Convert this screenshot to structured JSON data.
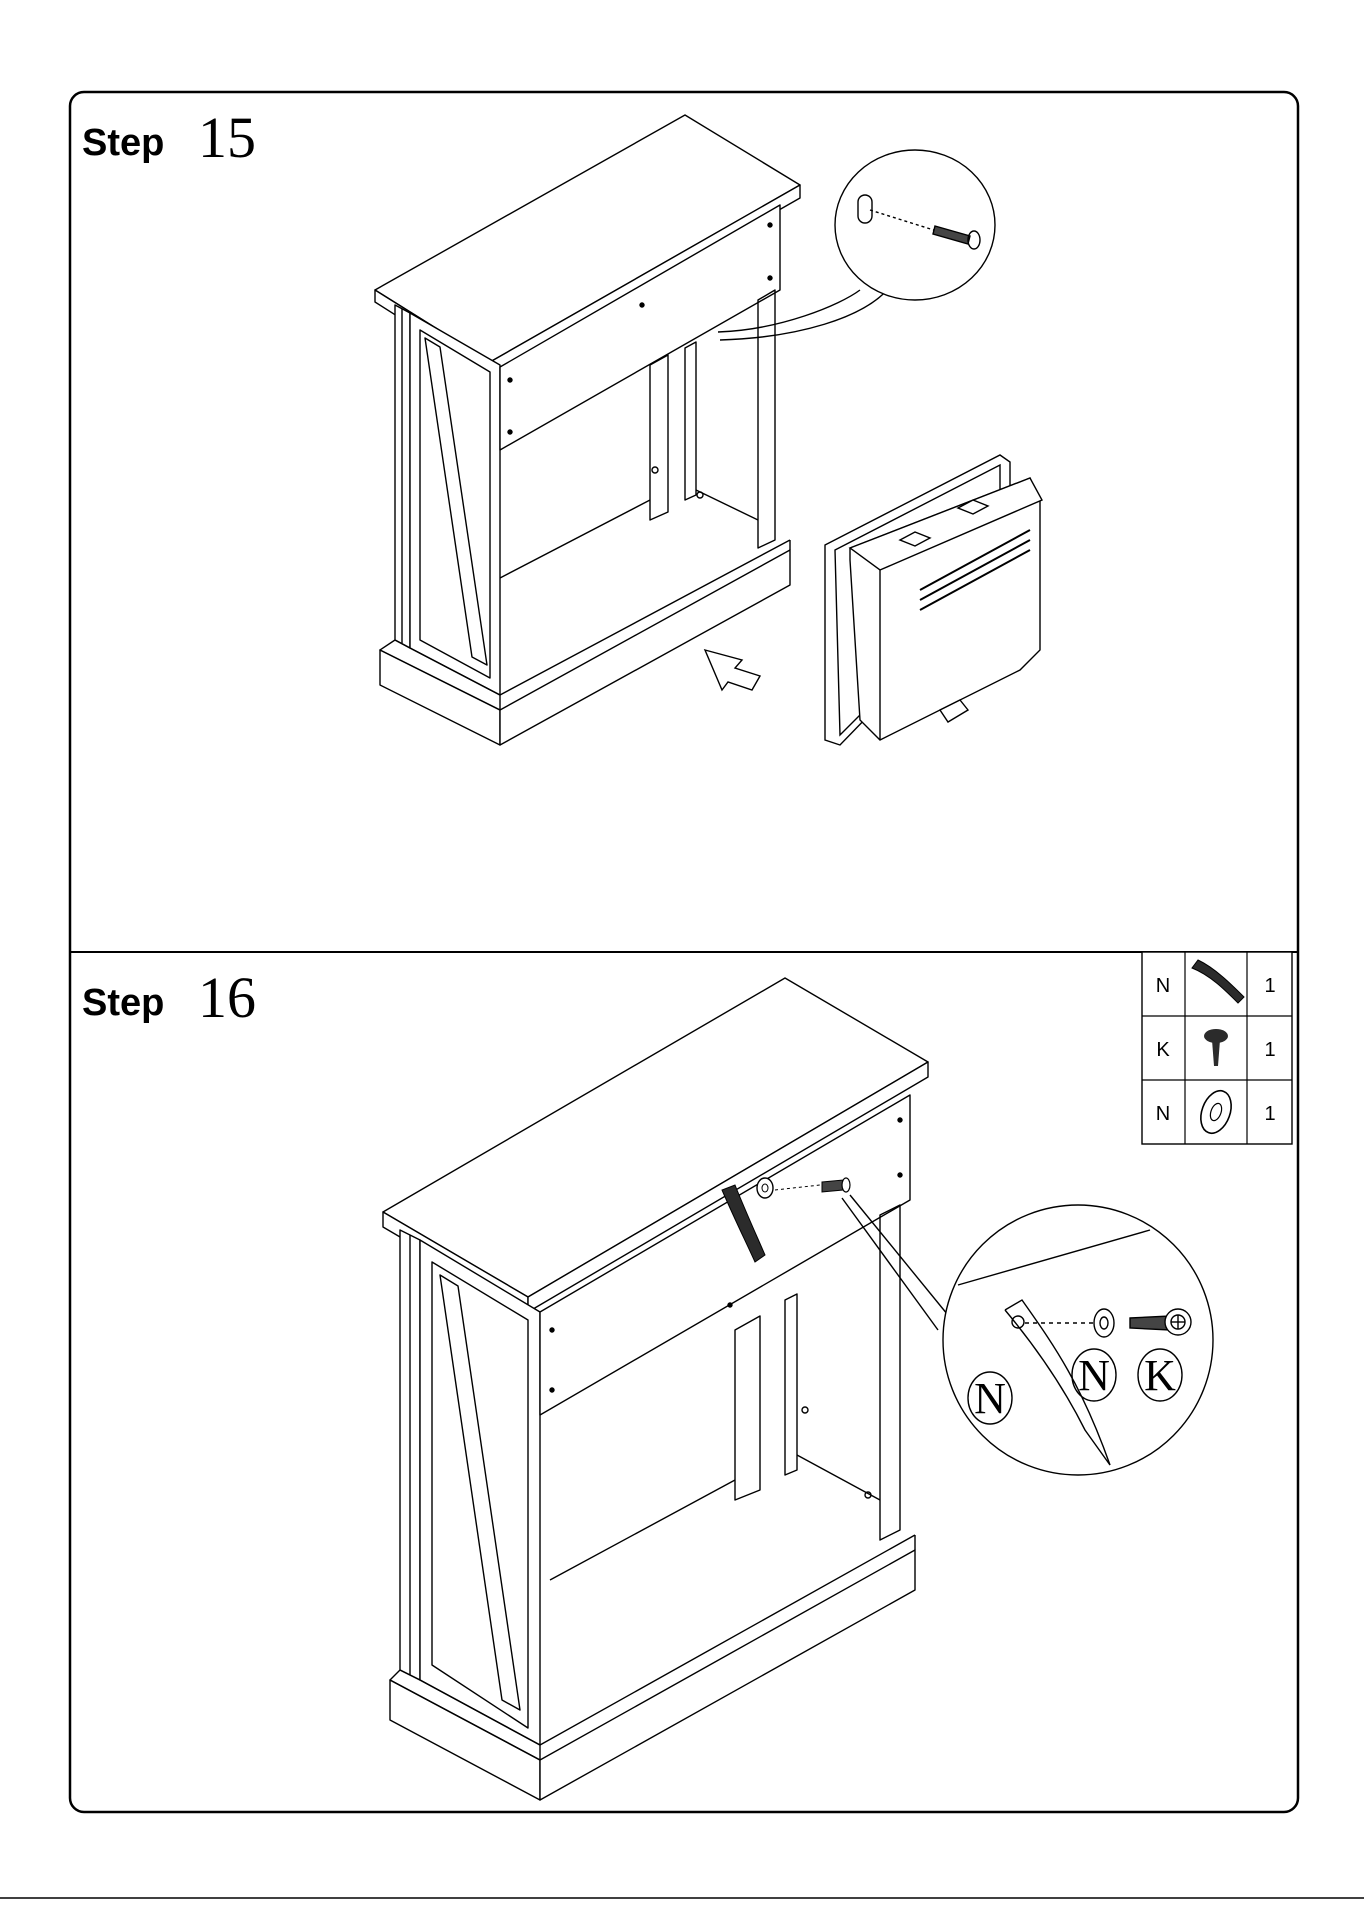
{
  "steps": [
    {
      "label": "Step",
      "number": "15"
    },
    {
      "label": "Step",
      "number": "16"
    }
  ],
  "parts": [
    {
      "letter": "N",
      "icon": "strap-icon",
      "qty": "1"
    },
    {
      "letter": "K",
      "icon": "screw-icon",
      "qty": "1"
    },
    {
      "letter": "N",
      "icon": "washer-icon",
      "qty": "1"
    }
  ],
  "callout_labels": [
    "N",
    "N",
    "K"
  ],
  "colors": {
    "line": "#000000",
    "strap": "#2b2b2b",
    "background": "#ffffff"
  }
}
